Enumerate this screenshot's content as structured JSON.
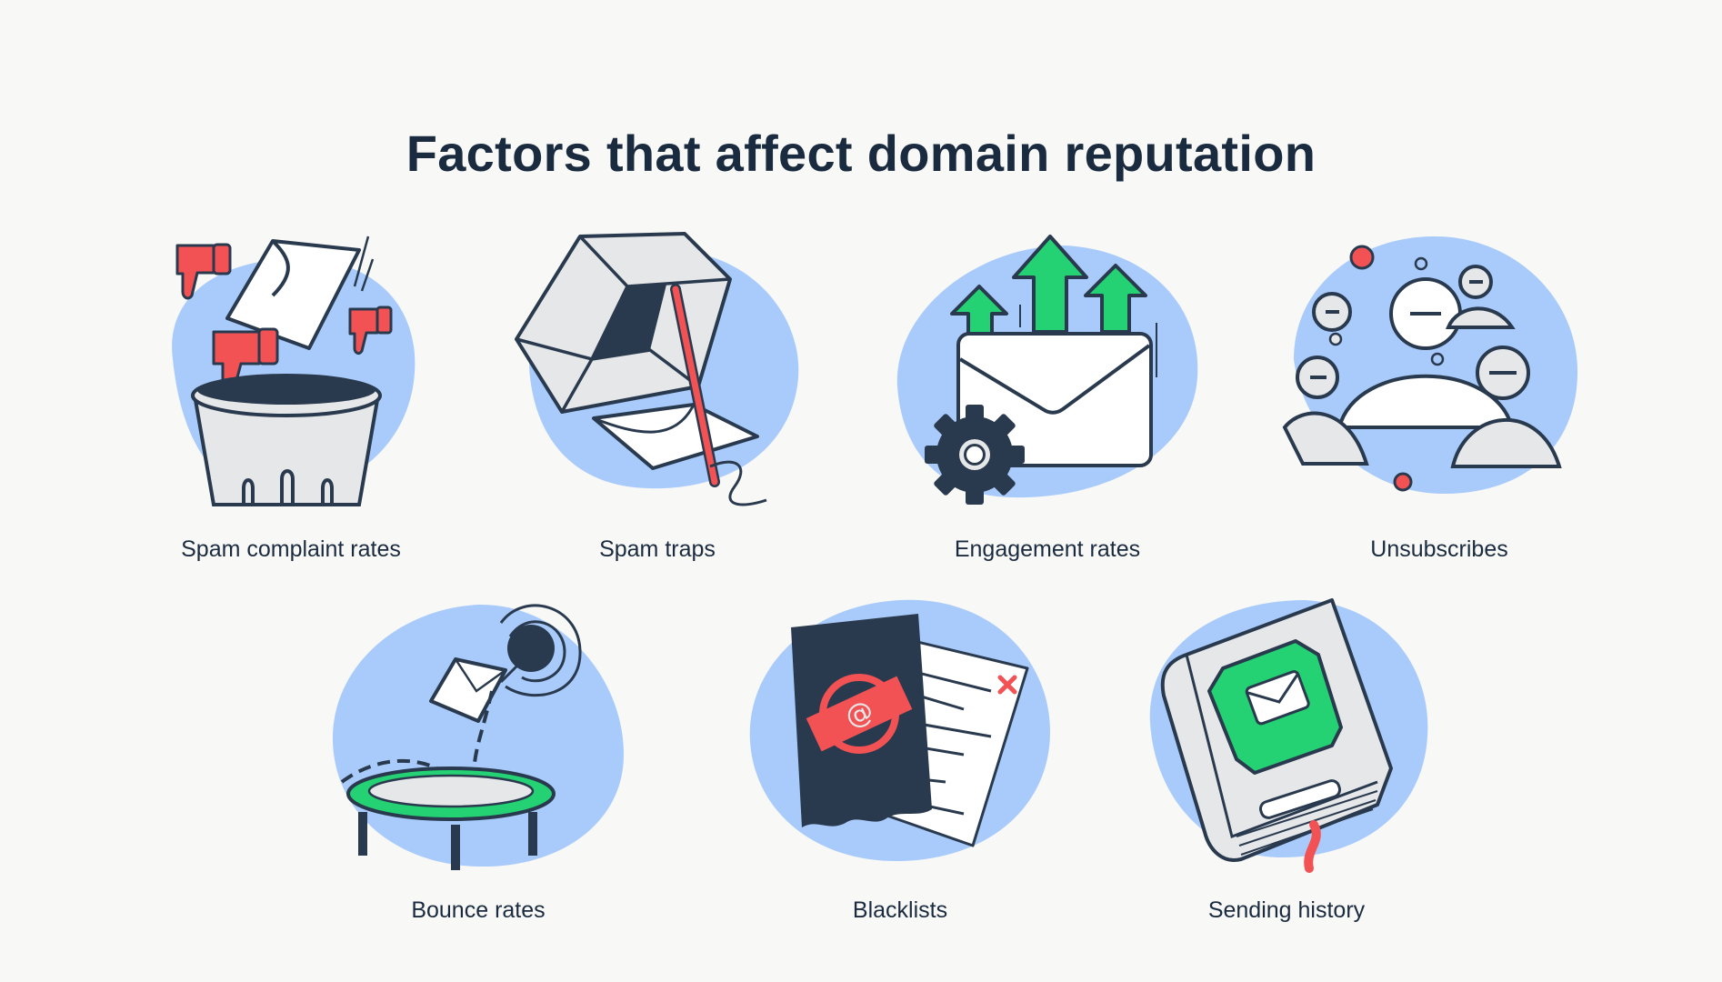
{
  "title": "Factors that affect domain reputation",
  "colors": {
    "background": "#f8f8f7",
    "text": "#1b2b3f",
    "blob": "#a9cbfb",
    "outline": "#2a3a4e",
    "red": "#f25253",
    "green": "#24d273",
    "grey": "#e6e7e9",
    "white": "#ffffff"
  },
  "factors": [
    {
      "label": "Spam complaint rates",
      "icon": "trash-bin-thumbs-down-icon"
    },
    {
      "label": "Spam traps",
      "icon": "box-trap-icon"
    },
    {
      "label": "Engagement rates",
      "icon": "envelope-arrows-up-icon"
    },
    {
      "label": "Unsubscribes",
      "icon": "people-group-icon"
    },
    {
      "label": "Bounce rates",
      "icon": "trampoline-envelope-icon"
    },
    {
      "label": "Blacklists",
      "icon": "blacklist-document-icon"
    },
    {
      "label": "Sending history",
      "icon": "book-envelope-icon"
    }
  ]
}
